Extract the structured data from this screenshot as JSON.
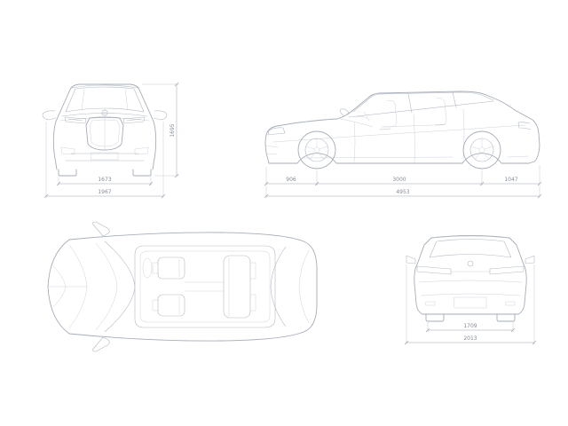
{
  "drawing": {
    "title": "SUV dimensional blueprint - four orthographic views",
    "colors": {
      "body_line": "#a6adb8",
      "detail_line": "#b3bac4",
      "dimension_line": "#9aa2ae",
      "dimension_text": "#848c98",
      "background": "#ffffff"
    },
    "views": {
      "front": {
        "name": "front-view"
      },
      "side": {
        "name": "side-view"
      },
      "top": {
        "name": "top-view"
      },
      "rear": {
        "name": "rear-view"
      }
    },
    "dimensions": {
      "front_track": "1673",
      "front_overall_width": "1967",
      "overall_height": "1695",
      "front_overhang": "906",
      "wheelbase": "3000",
      "rear_overhang": "1047",
      "overall_length": "4953",
      "rear_track": "1709",
      "rear_overall_width": "2013"
    }
  }
}
